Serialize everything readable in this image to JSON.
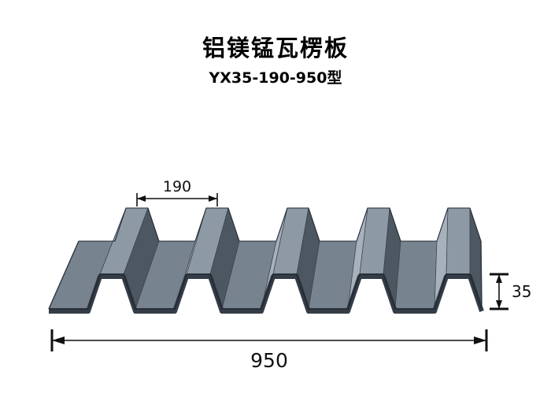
{
  "header": {
    "title": "铝镁锰瓦楞板",
    "subtitle": "YX35-190-950型"
  },
  "dimensions": {
    "rib_pitch": "190",
    "total_width": "950",
    "rib_height": "35"
  },
  "drawing": {
    "description": "trapezoidal corrugated roofing panel, perspective view, 5 ribs"
  },
  "colors": {
    "crest": "#8d99a4",
    "slope_light": "#a6b1bb",
    "slope_dark": "#4d5761",
    "valley": "#77838f",
    "outline": "#2e363f",
    "dimension": "#111111",
    "background": "#ffffff"
  }
}
